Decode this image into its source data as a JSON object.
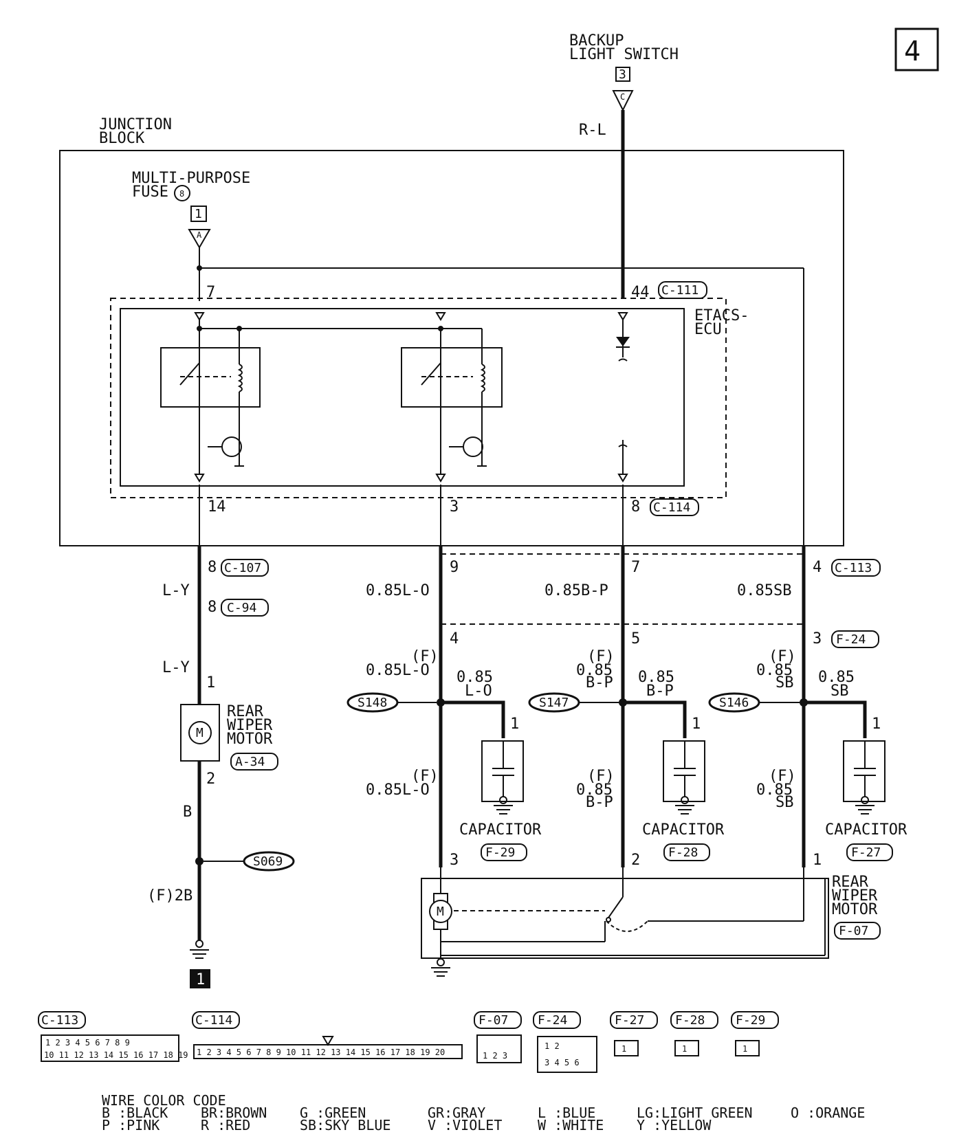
{
  "page": {
    "number": "4"
  },
  "backup_switch": {
    "line1": "BACKUP",
    "line2": "LIGHT SWITCH",
    "terminal": "3",
    "connector": "C",
    "wire": "R-L"
  },
  "junction_block": {
    "line1": "JUNCTION",
    "line2": "BLOCK"
  },
  "fuse": {
    "line1": "MULTI-PURPOSE",
    "line2": "FUSE",
    "number": "8",
    "terminal": "1",
    "connector": "A"
  },
  "etacs": {
    "line1": "ETACS-",
    "line2": "ECU",
    "pin_fuse": "7",
    "pin_backup": "44",
    "conn_backup": "C-111",
    "pin_out1": "14",
    "pin_out2": "3",
    "pin_out3": "8",
    "conn_out": "C-114"
  },
  "left_branch": {
    "pin_c107": "8",
    "conn_c107": "C-107",
    "wire1": "L-Y",
    "pin_c94": "8",
    "conn_c94": "C-94",
    "wire2": "L-Y",
    "motor_pin1": "1",
    "motor_pin2": "2",
    "motor_line1": "REAR",
    "motor_line2": "WIPER",
    "motor_line3": "MOTOR",
    "motor_conn": "A-34",
    "wire3": "B",
    "splice": "S069",
    "ground_wire": "(F)2B",
    "ground_id": "1"
  },
  "mid_wires": {
    "pin_c113_a": "9",
    "pin_c113_b": "7",
    "pin_c113_c": "4",
    "conn_c113": "C-113",
    "wire_a": "0.85L-O",
    "wire_b": "0.85B-P",
    "wire_c": "0.85SB",
    "pin_f24_a": "4",
    "pin_f24_b": "5",
    "pin_f24_c": "3",
    "conn_f24": "F-24"
  },
  "branches": [
    {
      "f": "(F)",
      "up_size": "0.85L-O",
      "cap_size": "0.85",
      "cap_color": "L-O",
      "splice": "S148",
      "cap_pin": "1",
      "low_f": "(F)",
      "low_size": "0.85L-O",
      "cap_label": "CAPACITOR",
      "cap_conn": "F-29",
      "motor_pin": "3"
    },
    {
      "f": "(F)",
      "up_size": "0.85",
      "up_color": "B-P",
      "cap_size": "0.85",
      "cap_color": "B-P",
      "splice": "S147",
      "cap_pin": "1",
      "low_f": "(F)",
      "low_size": "0.85",
      "low_color": "B-P",
      "cap_label": "CAPACITOR",
      "cap_conn": "F-28",
      "motor_pin": "2"
    },
    {
      "f": "(F)",
      "up_size": "0.85",
      "up_color": "SB",
      "cap_size": "0.85",
      "cap_color": "SB",
      "splice": "S146",
      "cap_pin": "1",
      "low_f": "(F)",
      "low_size": "0.85",
      "low_color": "SB",
      "cap_label": "CAPACITOR",
      "cap_conn": "F-27",
      "motor_pin": "1"
    }
  ],
  "rear_motor": {
    "line1": "REAR",
    "line2": "WIPER",
    "line3": "MOTOR",
    "conn": "F-07"
  },
  "connectors": {
    "c113": {
      "name": "C-113",
      "row1": [
        "1",
        "2",
        "3",
        "4",
        "5",
        "6",
        "7",
        "8",
        "9"
      ],
      "row2": [
        "10",
        "11",
        "12",
        "13",
        "14",
        "15",
        "16",
        "17",
        "18",
        "19"
      ]
    },
    "c114": {
      "name": "C-114",
      "pins": [
        "1",
        "2",
        "3",
        "4",
        "5",
        "6",
        "7",
        "8",
        "9",
        "10",
        "11",
        "12",
        "13",
        "14",
        "15",
        "16",
        "17",
        "18",
        "19",
        "20"
      ]
    },
    "f07": {
      "name": "F-07",
      "pins": [
        "1",
        "2",
        "3"
      ]
    },
    "f24": {
      "name": "F-24",
      "row1": [
        "1",
        "2"
      ],
      "row2": [
        "3",
        "4",
        "5",
        "6"
      ]
    },
    "f27": {
      "name": "F-27",
      "pin": "1"
    },
    "f28": {
      "name": "F-28",
      "pin": "1"
    },
    "f29": {
      "name": "F-29",
      "pin": "1"
    }
  },
  "wire_color_code": {
    "title": "WIRE COLOR CODE",
    "row1": [
      "B :BLACK",
      "BR:BROWN",
      "G :GREEN",
      "GR:GRAY",
      "L :BLUE",
      "LG:LIGHT GREEN",
      "O :ORANGE"
    ],
    "row2": [
      "P :PINK",
      "R :RED",
      "SB:SKY BLUE",
      "V :VIOLET",
      "W :WHITE",
      "Y :YELLOW"
    ]
  }
}
